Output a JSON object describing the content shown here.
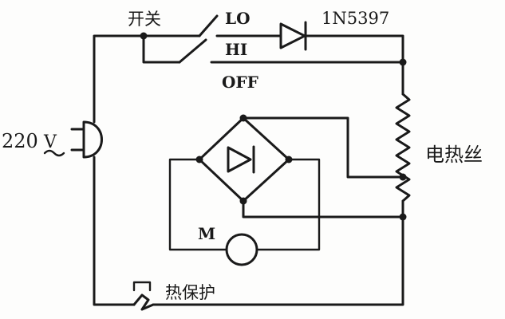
{
  "labels": {
    "switch": "开关",
    "lo": "LO",
    "hi": "HI",
    "off": "OFF",
    "diode": "1N5397",
    "voltage_value": "220",
    "voltage_unit": "V",
    "heater": "电热丝",
    "motor": "M",
    "thermal": "热保护"
  }
}
